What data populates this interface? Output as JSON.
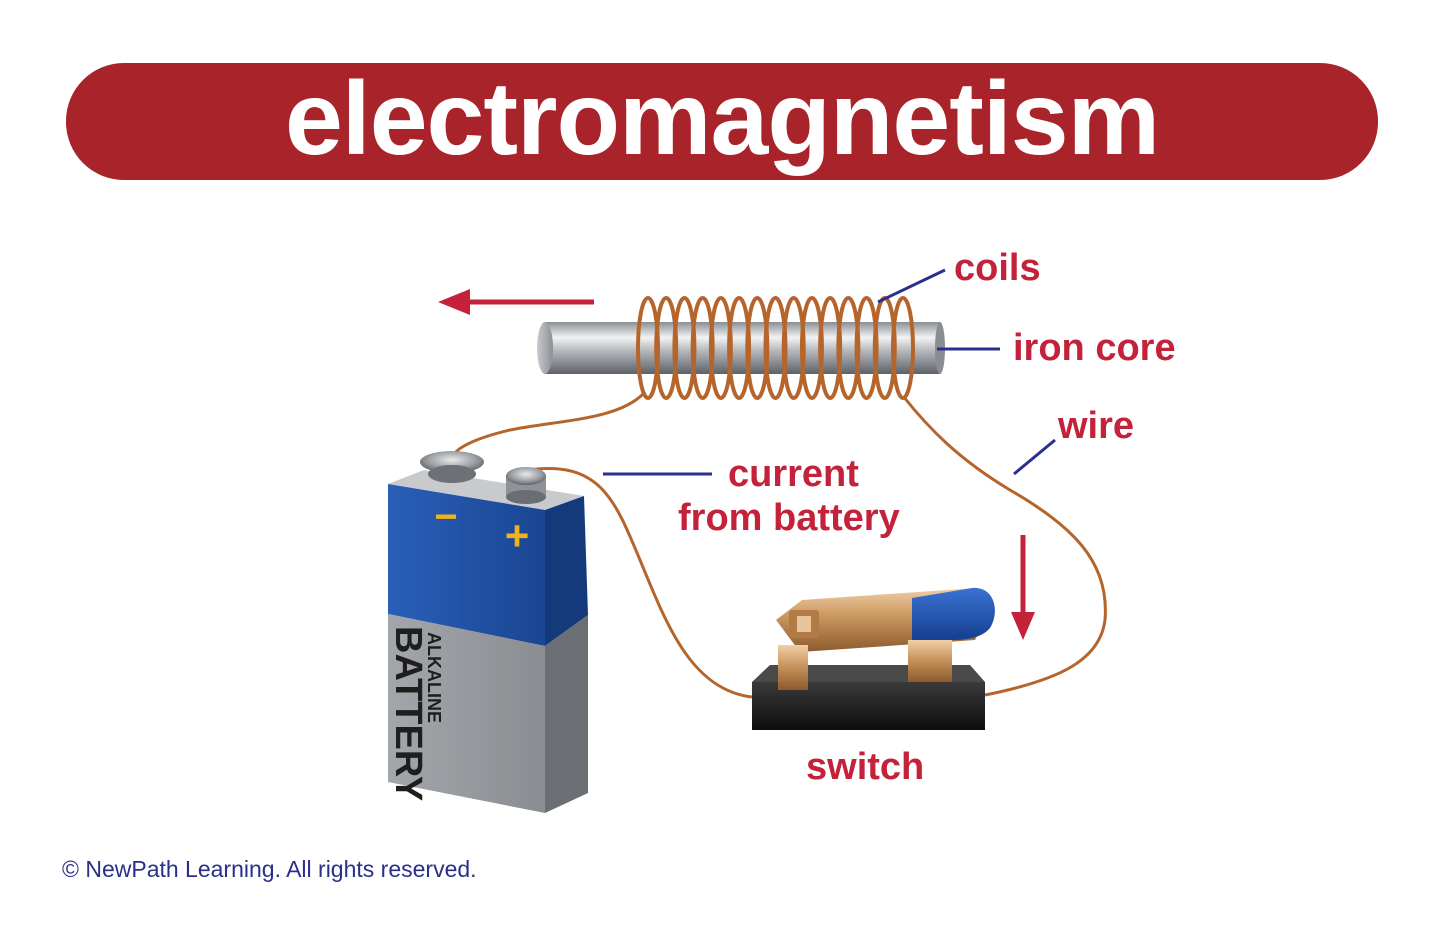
{
  "title": "electromagnetism",
  "labels": {
    "coils": "coils",
    "iron_core": "iron core",
    "wire": "wire",
    "current_line1": "current",
    "current_line2": "from battery",
    "switch": "switch"
  },
  "battery": {
    "line1": "ALKALINE",
    "line2": "BATTERY",
    "minus": "−",
    "plus": "+"
  },
  "copyright": "© NewPath Learning. All rights reserved.",
  "colors": {
    "banner": "#a8232a",
    "label_text": "#c4213a",
    "leader_line": "#2b2f8f",
    "wire": "#b5652b",
    "battery_blue": "#1f4fa3",
    "battery_gray": "#8f9296",
    "arrow": "#c4213a"
  }
}
